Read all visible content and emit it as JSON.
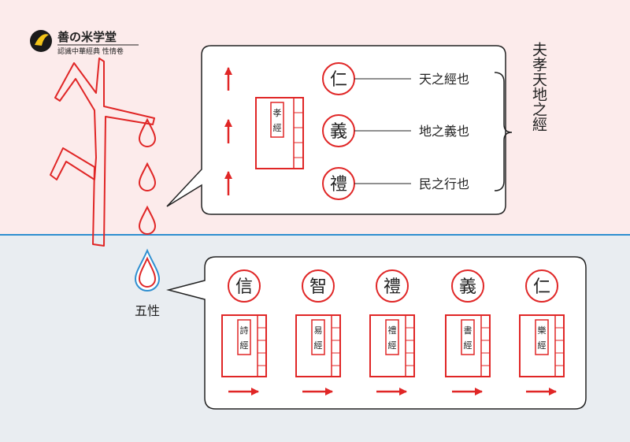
{
  "logo": {
    "title": "善の米学堂",
    "subtitle": "認識中華經典 性情卷"
  },
  "top_panel": {
    "virtues": [
      "仁",
      "義",
      "禮"
    ],
    "book_title_top": "孝",
    "book_title_bottom": "經",
    "statements": [
      "天之經也",
      "地之義也",
      "民之行也"
    ],
    "summary": "夫孝天地之經"
  },
  "nature_label": "五性",
  "bottom_panel": {
    "virtues": [
      "信",
      "智",
      "禮",
      "義",
      "仁"
    ],
    "books": [
      {
        "top": "詩",
        "bottom": "經"
      },
      {
        "top": "易",
        "bottom": "經"
      },
      {
        "top": "禮",
        "bottom": "經"
      },
      {
        "top": "書",
        "bottom": "經"
      },
      {
        "top": "樂",
        "bottom": "經"
      }
    ]
  },
  "colors": {
    "top_bg": "#fcebeb",
    "bottom_bg": "#e9edf1",
    "divider": "#2f8fd0",
    "accent_red": "#e02626",
    "blue_drop": "#2f8fd0"
  }
}
